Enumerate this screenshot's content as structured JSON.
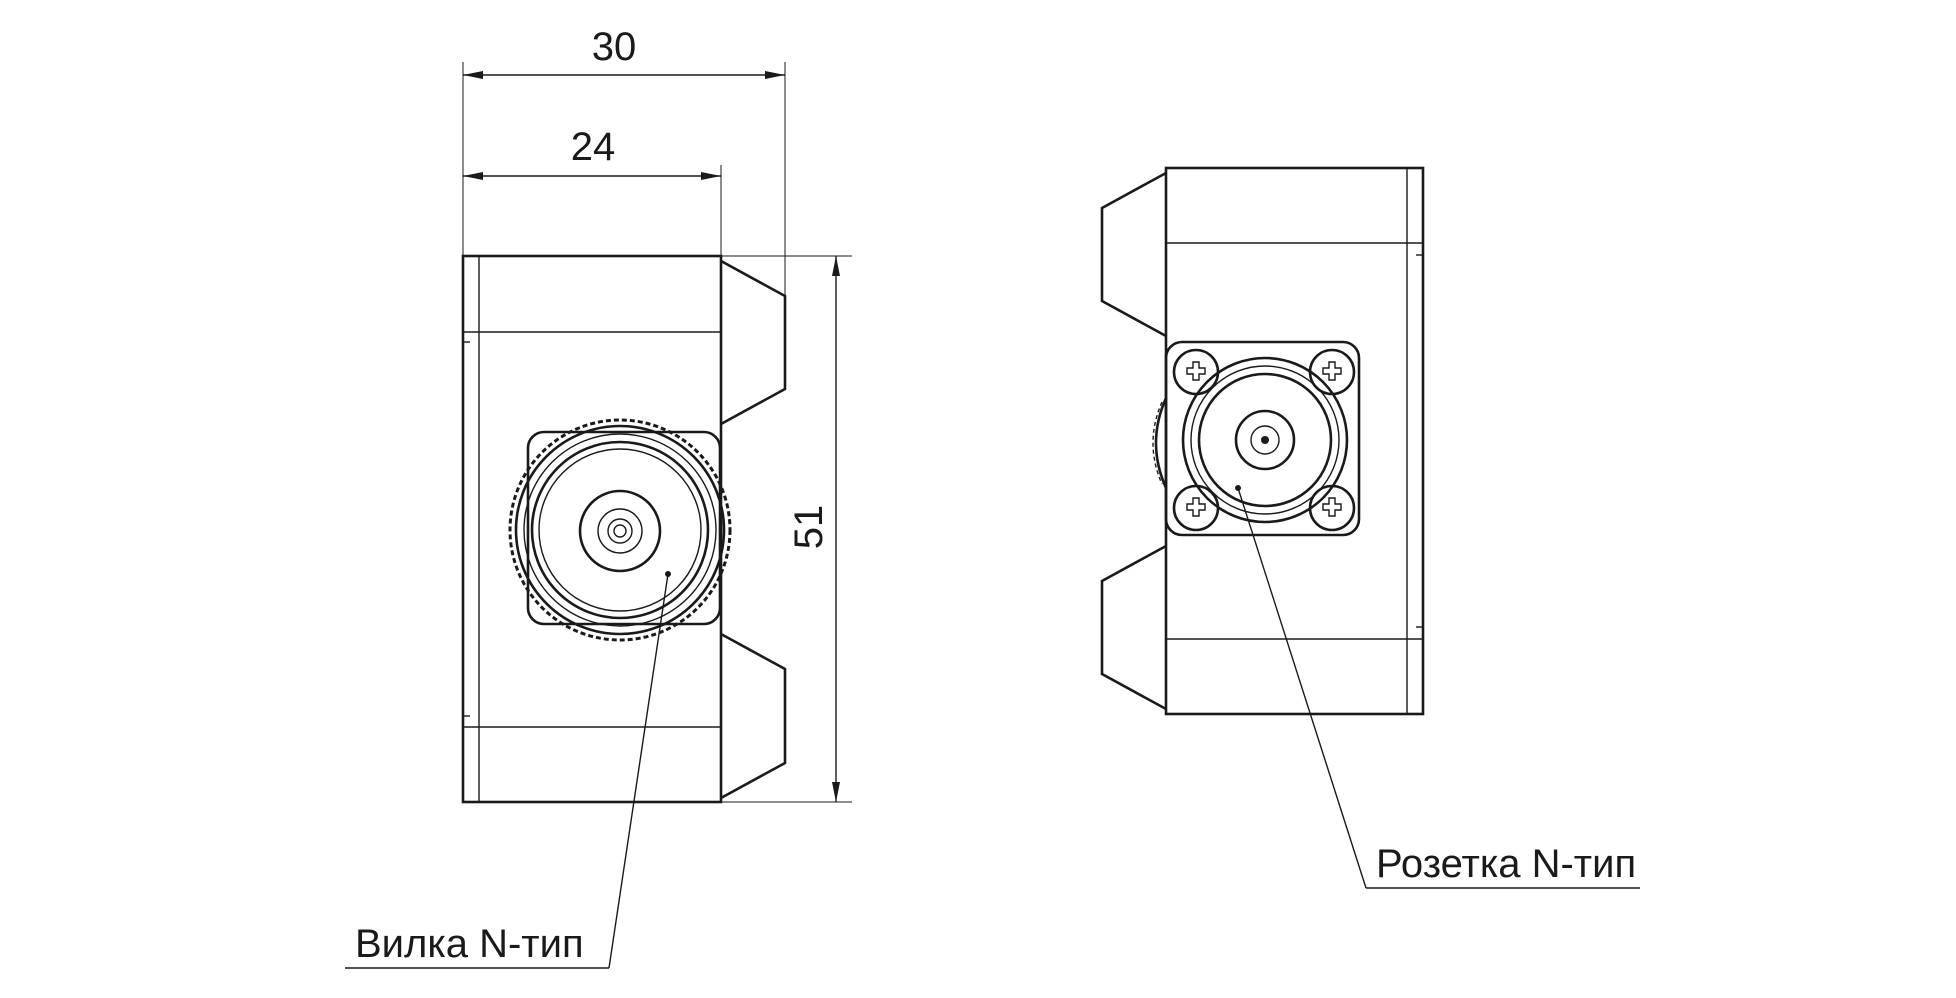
{
  "dimensions": {
    "width_total": "30",
    "width_body": "24",
    "height": "51"
  },
  "labels": {
    "plug": "Вилка N-тип",
    "socket": "Розетка N-тип"
  }
}
